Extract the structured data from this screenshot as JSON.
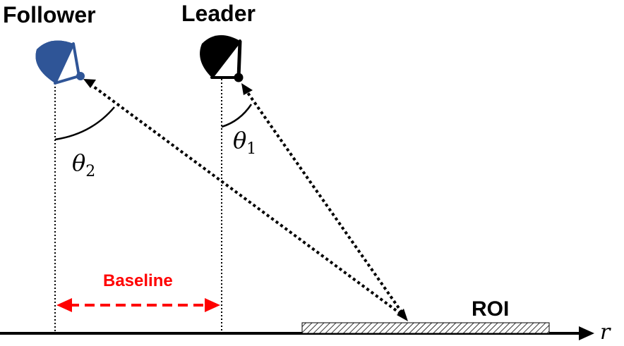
{
  "labels": {
    "follower": "Follower",
    "leader": "Leader",
    "baseline": "Baseline",
    "roi": "ROI",
    "axis": "r",
    "theta1_symbol": "θ",
    "theta1_sub": "1",
    "theta2_symbol": "θ",
    "theta2_sub": "2"
  },
  "colors": {
    "follower": "#2f5597",
    "leader": "#000000",
    "baseline": "#ff0000",
    "line": "#000000"
  }
}
